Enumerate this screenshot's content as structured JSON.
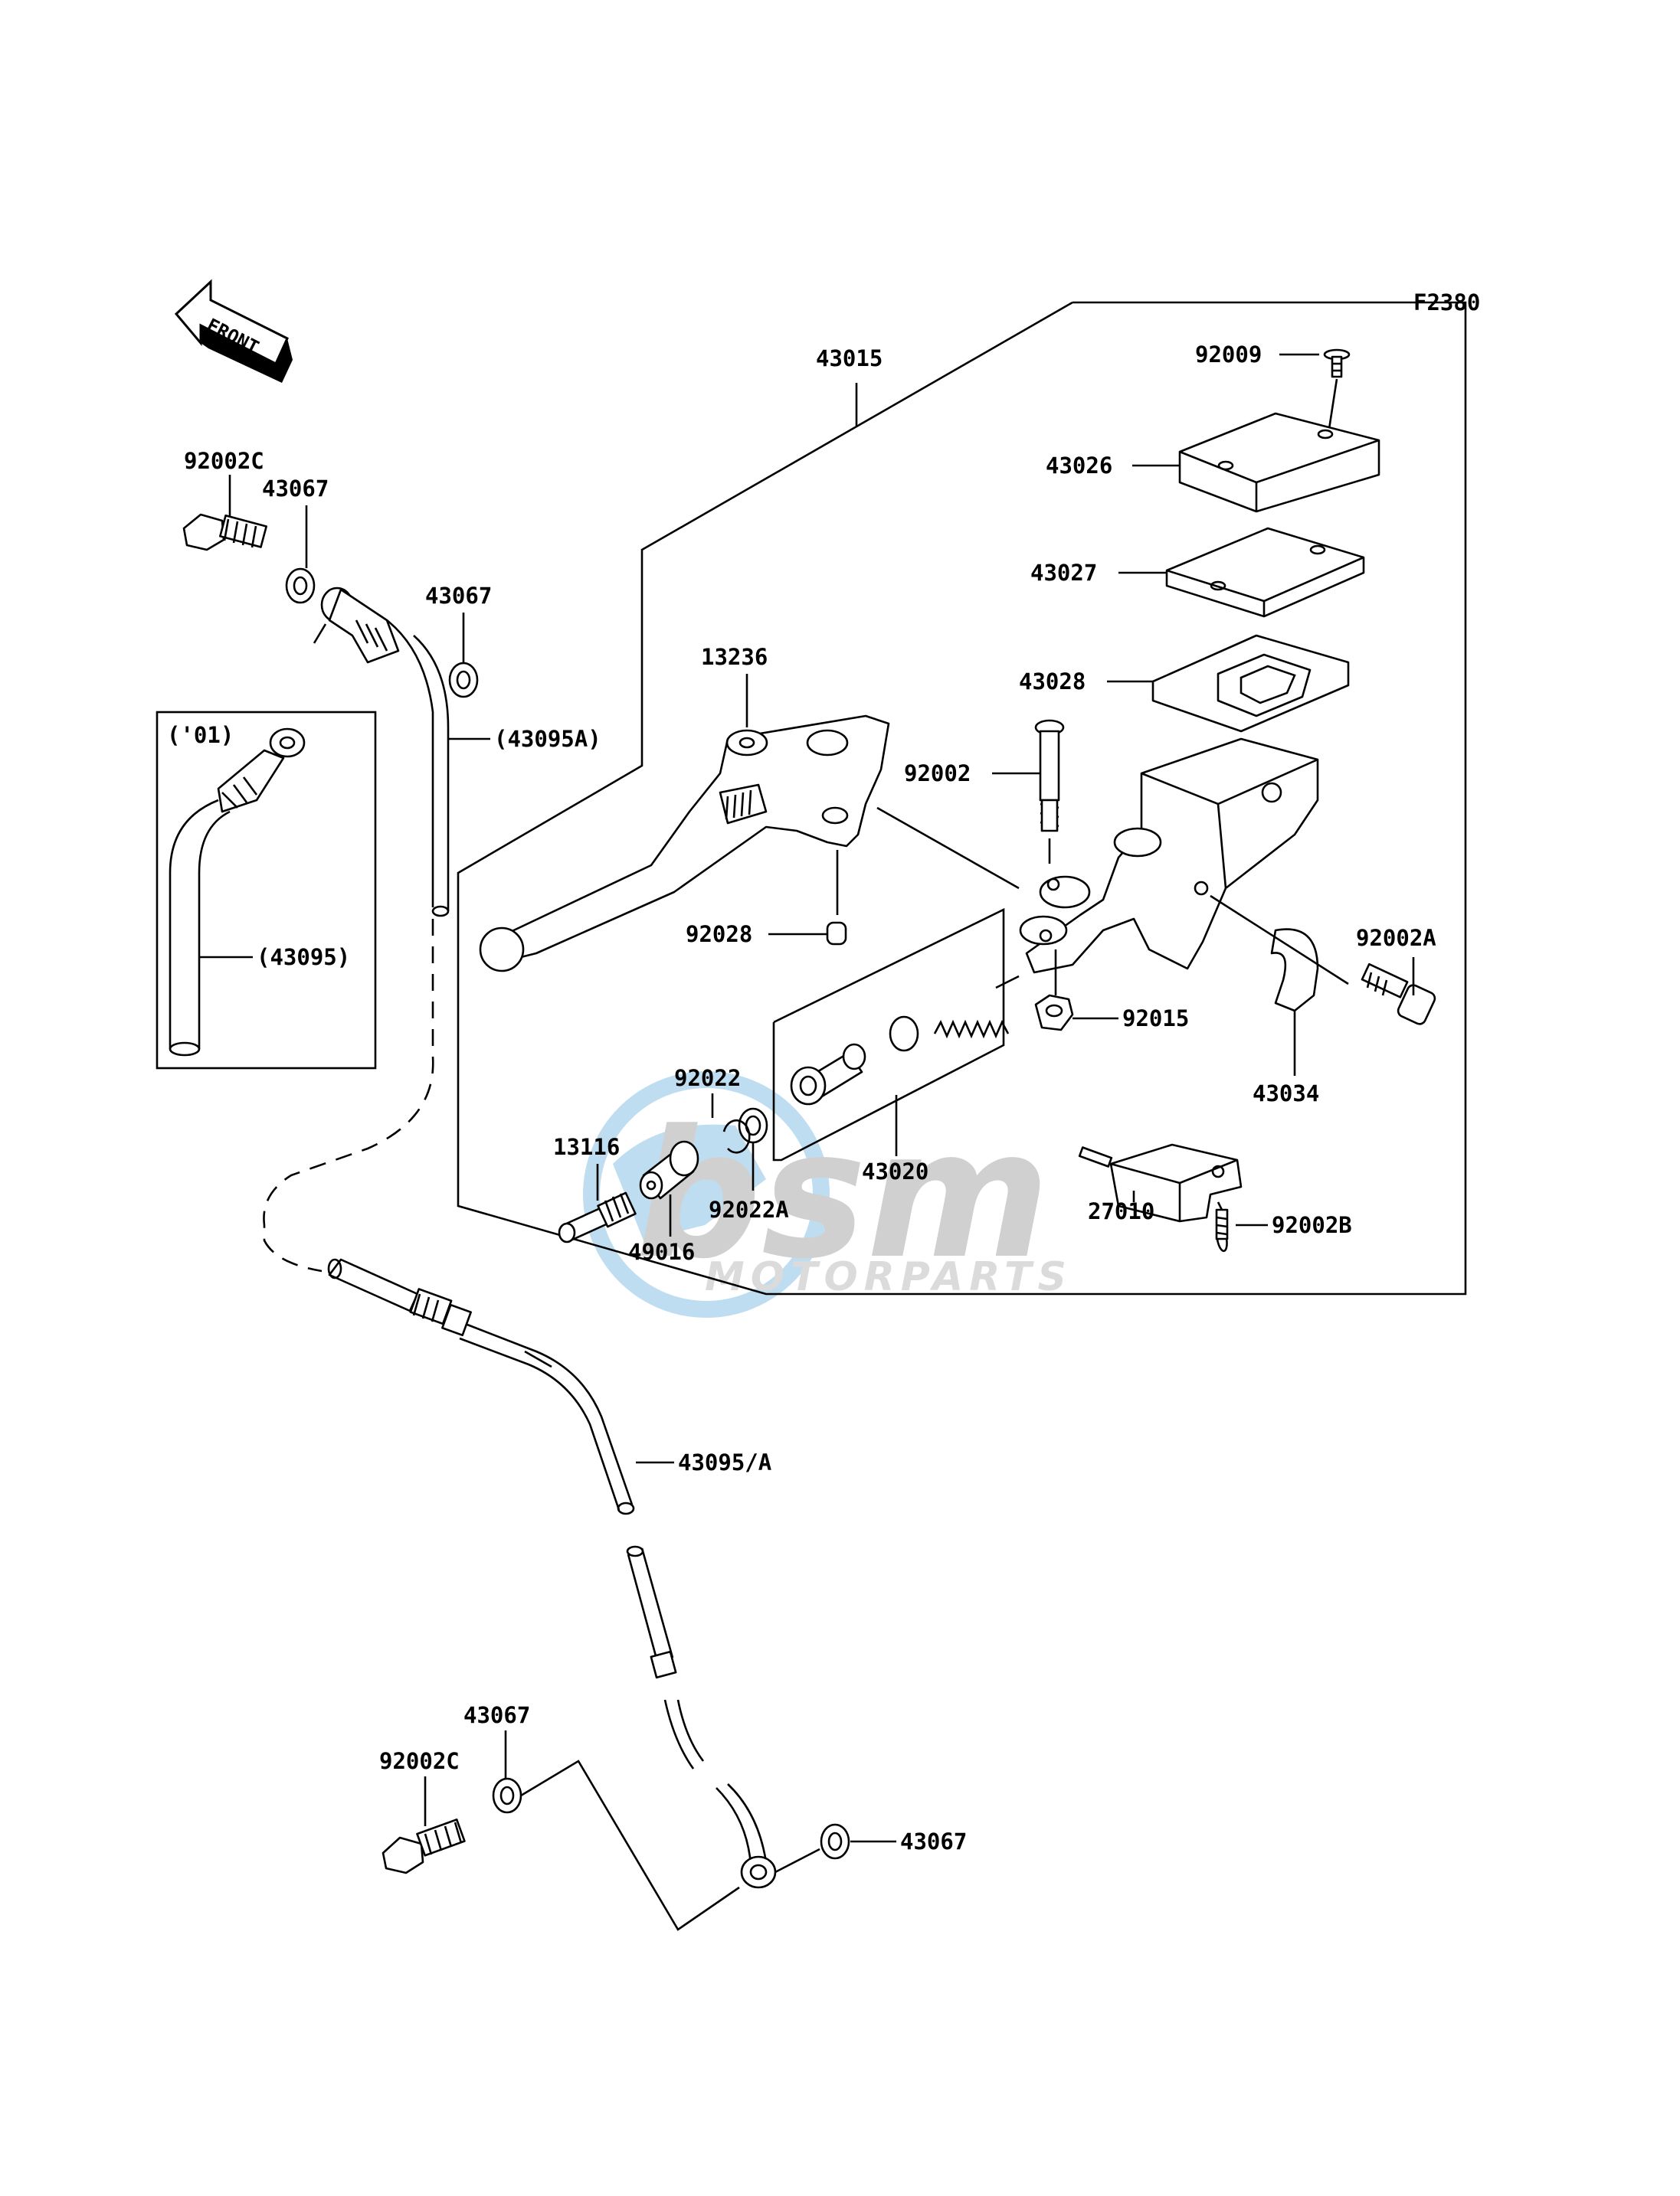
{
  "figure_code": "F2380",
  "direction_arrow": "FRONT",
  "variant_note": "('01)",
  "watermark": {
    "brand": "bsm",
    "tagline": "MOTORPARTS",
    "color": "#4a9fd8"
  },
  "labels": {
    "l43015": "43015",
    "l92009": "92009",
    "l43026": "43026",
    "l43027": "43027",
    "l43028": "43028",
    "l13236": "13236",
    "l92002": "92002",
    "l92002A": "92002A",
    "l92028": "92028",
    "l92015": "92015",
    "l43034": "43034",
    "l92022": "92022",
    "l13116": "13116",
    "l43020": "43020",
    "l92022A": "92022A",
    "l49016": "49016",
    "l27010": "27010",
    "l92002B": "92002B",
    "l92002C_top": "92002C",
    "l43067_a": "43067",
    "l43067_b": "43067",
    "l43095A": "(43095A)",
    "l43095": "(43095)",
    "l43095_A": "43095/A",
    "l43067_c": "43067",
    "l92002C_bot": "92002C",
    "l43067_d": "43067"
  }
}
